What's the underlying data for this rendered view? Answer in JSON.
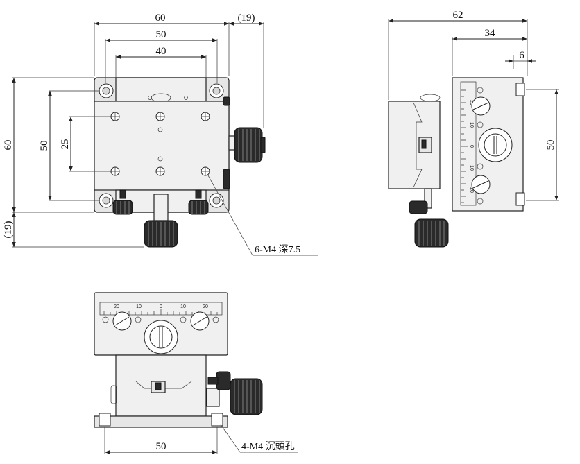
{
  "front_view": {
    "dims": {
      "width_60": "60",
      "width_50": "50",
      "width_40": "40",
      "offset_19_top": "(19)",
      "height_60": "60",
      "height_50": "50",
      "height_25": "25",
      "offset_19_left": "(19)"
    },
    "callout": "6-M4 深7.5"
  },
  "side_view": {
    "dims": {
      "width_62": "62",
      "width_34": "34",
      "width_6": "6",
      "height_50": "50"
    },
    "scale_labels": [
      "20",
      "10",
      "0",
      "10",
      "20"
    ]
  },
  "bottom_view": {
    "dims": {
      "width_50": "50"
    },
    "scale_labels": [
      "20",
      "10",
      "0",
      "10",
      "20"
    ],
    "callout": "4-M4 沉頭孔"
  },
  "colors": {
    "line": "#222222",
    "body_fill": "#f0f0f0",
    "knob": "#2a2a2a"
  }
}
